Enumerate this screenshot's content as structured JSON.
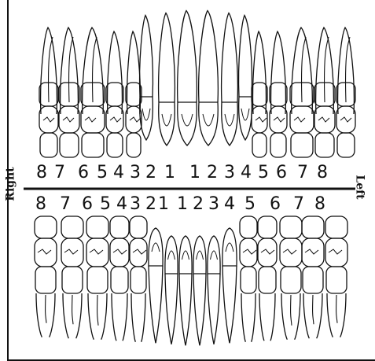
{
  "labels": {
    "right": "Right",
    "left": "Left"
  },
  "upper_numbers": [
    "8",
    "7",
    "6",
    "5",
    "4",
    "3",
    "2",
    "1",
    "1",
    "2",
    "3",
    "4",
    "5",
    "6",
    "7",
    "8"
  ],
  "lower_numbers": [
    "8",
    "7",
    "6",
    "5",
    "4",
    "3",
    "2",
    "1",
    "1",
    "2",
    "3",
    "4",
    "5",
    "6",
    "7",
    "8"
  ],
  "colors": {
    "ink": "#111111",
    "paper": "#ffffff"
  }
}
